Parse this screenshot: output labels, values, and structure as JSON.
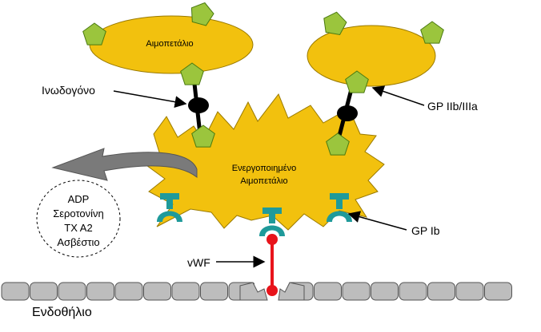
{
  "diagram": {
    "platelet_top_left": "Αιμοπετάλιο",
    "activated_platelet": [
      "Ενεργοποιημένο",
      "Αιμοπετάλιο"
    ],
    "fibrinogen": "Ινωδογόνο",
    "gp_iib_iiia": "GP IIb/IIIa",
    "gp_ib": "GP Ib",
    "vwf": "vWF",
    "endothelium": "Ενδοθήλιο",
    "released_substances": [
      "ADP",
      "Σεροτονίνη",
      "TX A2",
      "Ασβέστιο"
    ]
  },
  "colors": {
    "platelet": "#f2c10e",
    "receptor": "#9bc53d",
    "fibrinogen": "#000000",
    "gp_ib": "#1f9a9a",
    "vwf": "#e8141b",
    "endothelium": "#bdbdbd",
    "arrow": "#7a7a7a"
  }
}
